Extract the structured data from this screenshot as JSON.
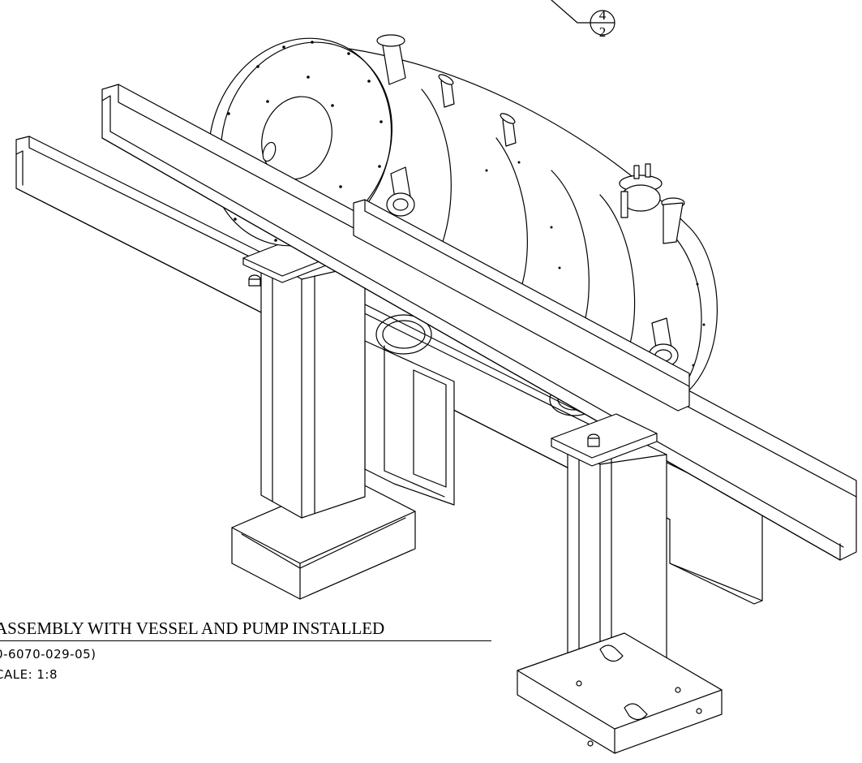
{
  "callout": {
    "detail_number": "4",
    "sheet_number": "2"
  },
  "caption": {
    "title": "ASSEMBLY WITH VESSEL AND PUMP INSTALLED",
    "drawing_ref": "0-6070-029-05)",
    "scale": "CALE: 1:8"
  }
}
